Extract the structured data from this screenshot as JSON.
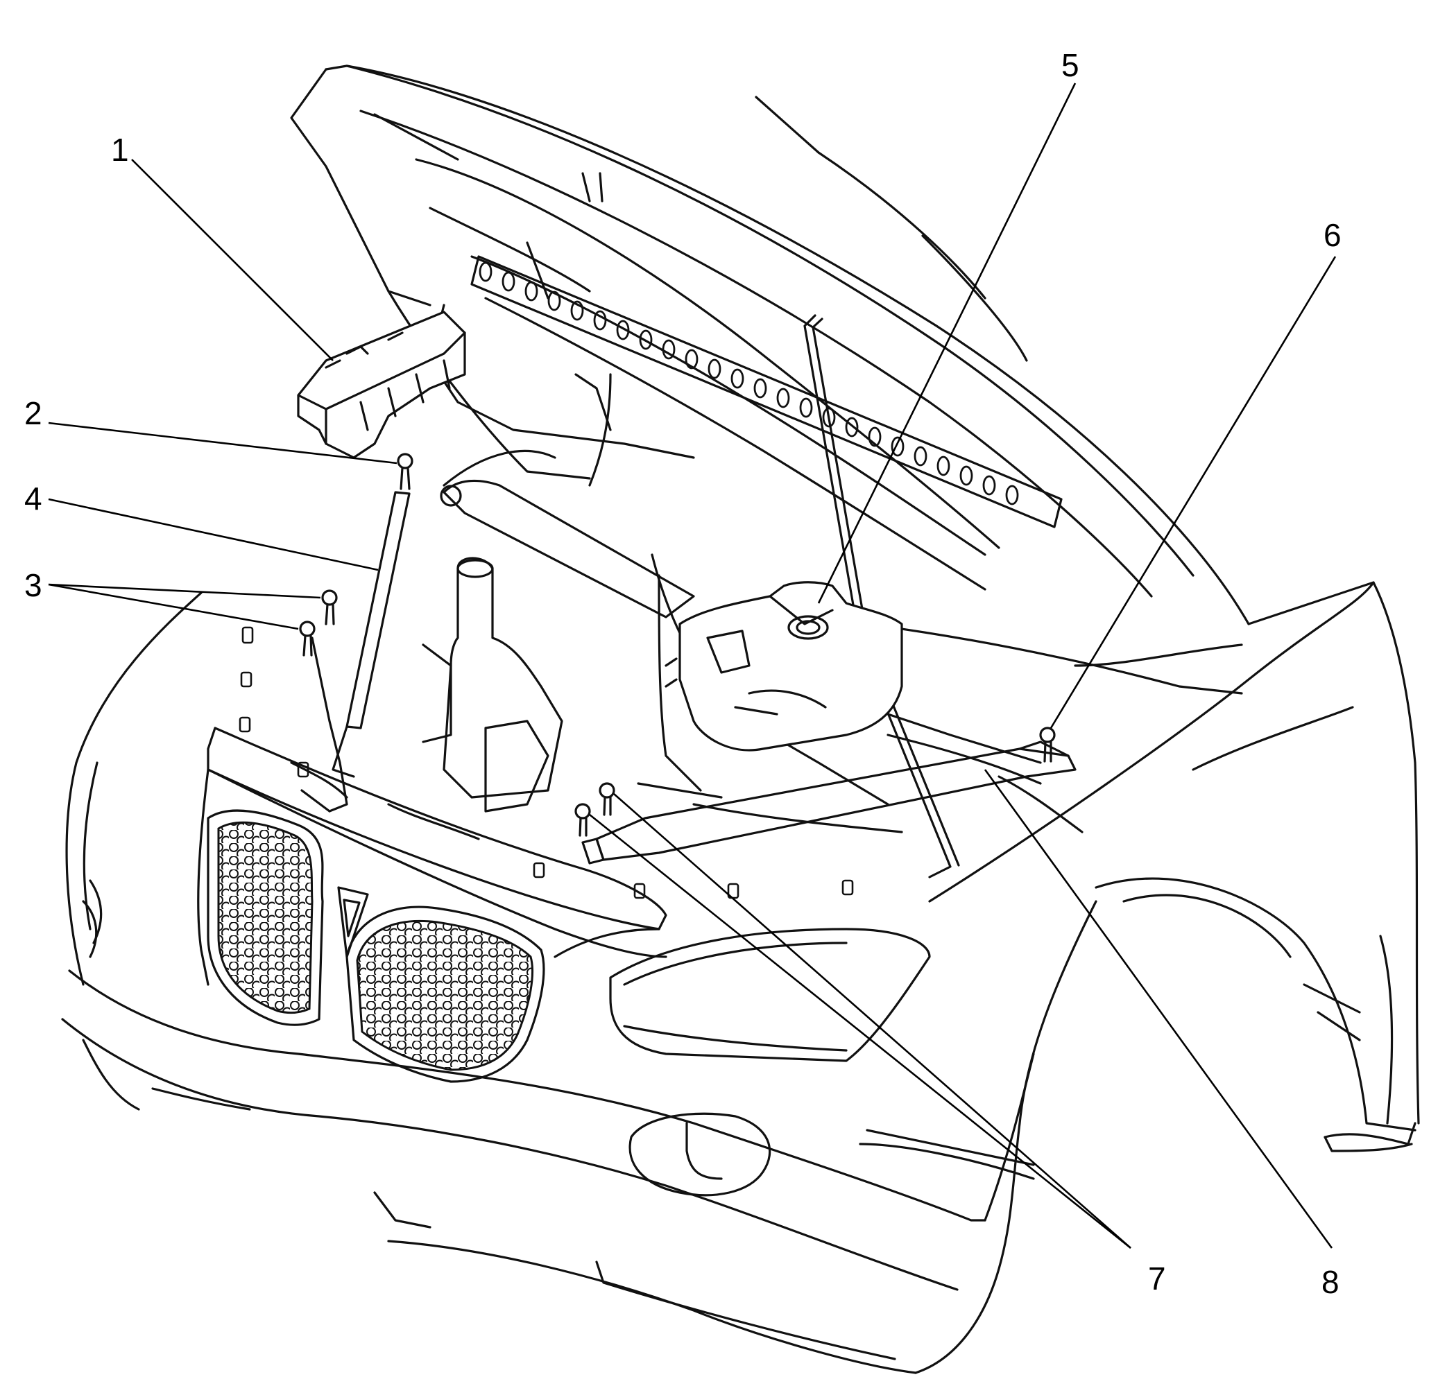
{
  "callouts": [
    {
      "id": "c1",
      "label": "1"
    },
    {
      "id": "c2",
      "label": "2"
    },
    {
      "id": "c3",
      "label": "3"
    },
    {
      "id": "c4",
      "label": "4"
    },
    {
      "id": "c5",
      "label": "5"
    },
    {
      "id": "c6",
      "label": "6"
    },
    {
      "id": "c7",
      "label": "7"
    },
    {
      "id": "c8",
      "label": "8"
    }
  ],
  "colors": {
    "line": "#111111",
    "background": "#ffffff"
  }
}
